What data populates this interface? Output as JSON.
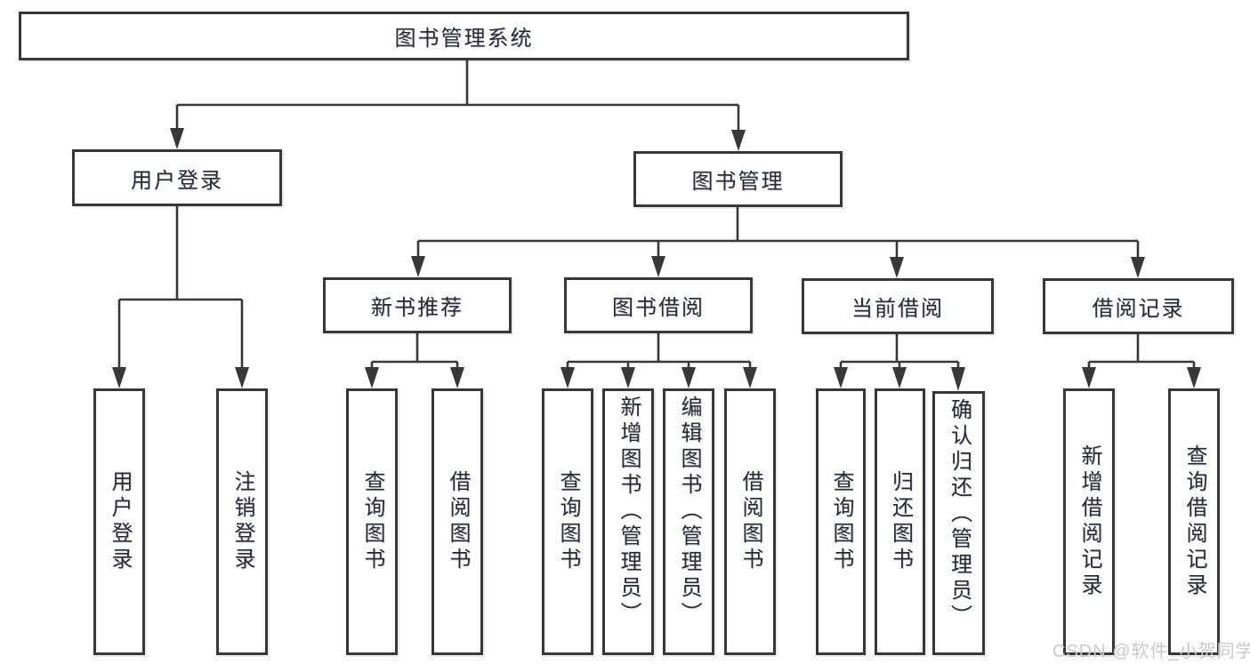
{
  "diagram": {
    "title": "图书管理系统",
    "root": {
      "label": "图书管理系统"
    },
    "level2": [
      {
        "label": "用户登录"
      },
      {
        "label": "图书管理"
      }
    ],
    "level3": [
      {
        "label": "新书推荐"
      },
      {
        "label": "图书借阅"
      },
      {
        "label": "当前借阅"
      },
      {
        "label": "借阅记录"
      }
    ],
    "leaves": [
      {
        "label": "用户登录"
      },
      {
        "label": "注销登录"
      },
      {
        "label": "查询图书"
      },
      {
        "label": "借阅图书"
      },
      {
        "label": "查询图书"
      },
      {
        "label": "新增图书（管理员）"
      },
      {
        "label": "编辑图书（管理员）"
      },
      {
        "label": "借阅图书"
      },
      {
        "label": "查询图书"
      },
      {
        "label": "归还图书"
      },
      {
        "label": "确认归还（管理员）"
      },
      {
        "label": "新增借阅记录"
      },
      {
        "label": "查询借阅记录"
      }
    ],
    "colors": {
      "line": "#383838",
      "text": "#2b2b2b",
      "box_background": "#ffffff",
      "watermark": "#c9cacd"
    }
  },
  "watermark": {
    "text": "CSDN @软件_小贺同学"
  }
}
